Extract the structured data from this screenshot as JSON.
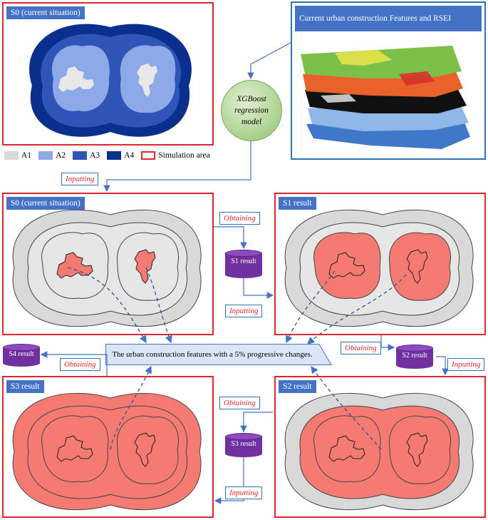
{
  "panels": {
    "s0_top": {
      "title": "S0 (current situation)"
    },
    "features": {
      "title": "Current urban construction Features and RSEI"
    },
    "s0_mid": {
      "title": "S0 (current situation)"
    },
    "s1": {
      "title": "S1 result"
    },
    "s3": {
      "title": "S3 result"
    },
    "s2": {
      "title": "S2 result"
    }
  },
  "model": {
    "line1": "XGBoost",
    "line2": "regression",
    "line3": "model"
  },
  "legend": {
    "a1": "A1",
    "a2": "A2",
    "a3": "A3",
    "a4": "A4",
    "sim": "Simulation area",
    "colors": {
      "a1": "#d9d9d9",
      "a2": "#8ea9e8",
      "a3": "#2f55b8",
      "a4": "#0b2f8c",
      "sim": "#e0262e"
    }
  },
  "tags": {
    "inputting_top": "Inputting",
    "obtaining_1": "Obtaining",
    "inputting_1": "Inputting",
    "obtaining_2": "Obtaining",
    "inputting_2": "Inputting",
    "obtaining_3": "Obtaining",
    "obtaining_4": "Obtaining",
    "inputting_3": "Inputting"
  },
  "databases": {
    "s1": "S1 result",
    "s2": "S2 result",
    "s3": "S3 result",
    "s4": "S4 result"
  },
  "banner": "The urban construction features with a 5% progressive changes.",
  "colors": {
    "panel_border": "#e0262e",
    "title_bg": "#4472c4",
    "arrow": "#4472c4",
    "db": "#7030a0",
    "sim_fill": "#f47a72"
  }
}
